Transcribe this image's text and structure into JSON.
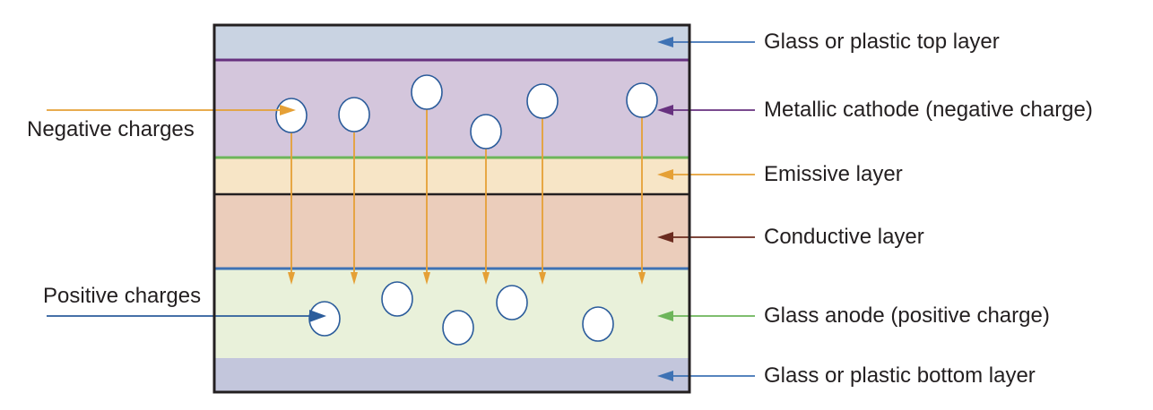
{
  "left_labels": {
    "negative": "Negative charges",
    "positive": "Positive charges"
  },
  "layers": [
    {
      "id": "top",
      "label": "Glass or plastic top layer",
      "fill": "#c9d3e2",
      "arrow": "#3e72b4"
    },
    {
      "id": "cathode",
      "label": "Metallic cathode (negative charge)",
      "fill": "#d4c6dc",
      "arrow": "#67317f"
    },
    {
      "id": "emissive",
      "label": "Emissive layer",
      "fill": "#f7e5c6",
      "arrow": "#e5a036"
    },
    {
      "id": "conductive",
      "label": "Conductive layer",
      "fill": "#ebcdbb",
      "arrow": "#6b2b1f"
    },
    {
      "id": "anode",
      "label": "Glass anode (positive charge)",
      "fill": "#e9f1da",
      "arrow": "#6db55a"
    },
    {
      "id": "bottom",
      "label": "Glass or plastic bottom layer",
      "fill": "#c3c6dc",
      "arrow": "#3e72b4"
    }
  ],
  "colors": {
    "border": "#231f20",
    "cathode_line": "#67317f",
    "emissive_line": "#6db55a",
    "anode_line": "#3e72b4",
    "charge_arrow": "#e5a036",
    "circle_stroke": "#2b5c9b",
    "negative_pointer": "#e5a036",
    "positive_pointer": "#2b5c9b"
  }
}
